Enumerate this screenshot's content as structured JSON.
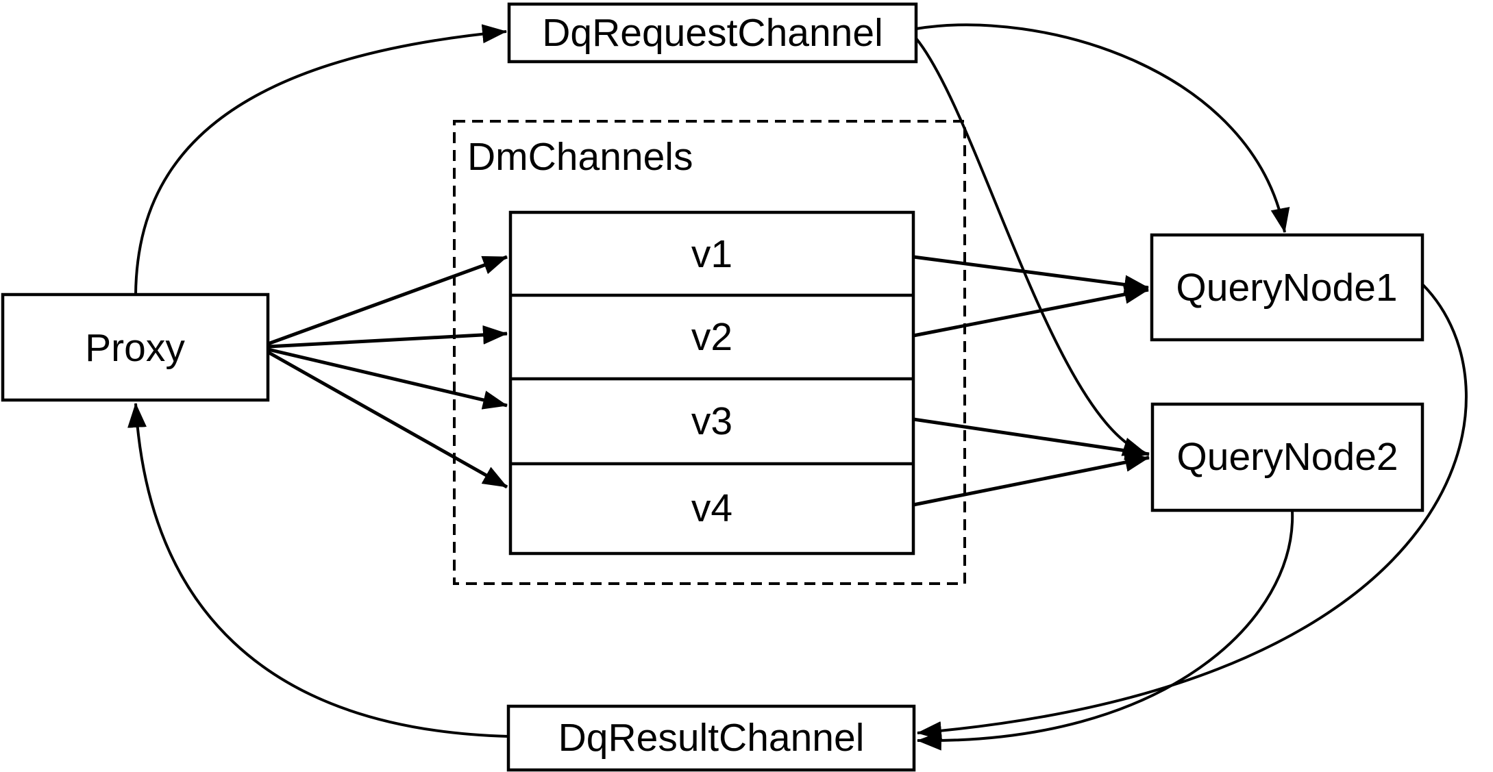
{
  "diagram": {
    "title": "query channel flow diagram",
    "colors": {
      "background": "#ffffff",
      "stroke": "#000000",
      "text": "#000000"
    },
    "nodes": {
      "proxy": {
        "label": "Proxy"
      },
      "dq_request_channel": {
        "label": "DqRequestChannel"
      },
      "dm_channels": {
        "label": "DmChannels",
        "channels": [
          {
            "label": "v1"
          },
          {
            "label": "v2"
          },
          {
            "label": "v3"
          },
          {
            "label": "v4"
          }
        ]
      },
      "query_node_1": {
        "label": "QueryNode1"
      },
      "query_node_2": {
        "label": "QueryNode2"
      },
      "dq_result_channel": {
        "label": "DqResultChannel"
      }
    },
    "edges": [
      {
        "from": "Proxy",
        "to": "DqRequestChannel"
      },
      {
        "from": "DqRequestChannel",
        "to": "QueryNode1"
      },
      {
        "from": "DqRequestChannel",
        "to": "QueryNode2"
      },
      {
        "from": "Proxy",
        "to": "v1"
      },
      {
        "from": "Proxy",
        "to": "v2"
      },
      {
        "from": "Proxy",
        "to": "v3"
      },
      {
        "from": "Proxy",
        "to": "v4"
      },
      {
        "from": "v1",
        "to": "QueryNode1"
      },
      {
        "from": "v2",
        "to": "QueryNode1"
      },
      {
        "from": "v3",
        "to": "QueryNode2"
      },
      {
        "from": "v4",
        "to": "QueryNode2"
      },
      {
        "from": "QueryNode1",
        "to": "DqResultChannel"
      },
      {
        "from": "QueryNode2",
        "to": "DqResultChannel"
      },
      {
        "from": "DqResultChannel",
        "to": "Proxy"
      }
    ]
  }
}
